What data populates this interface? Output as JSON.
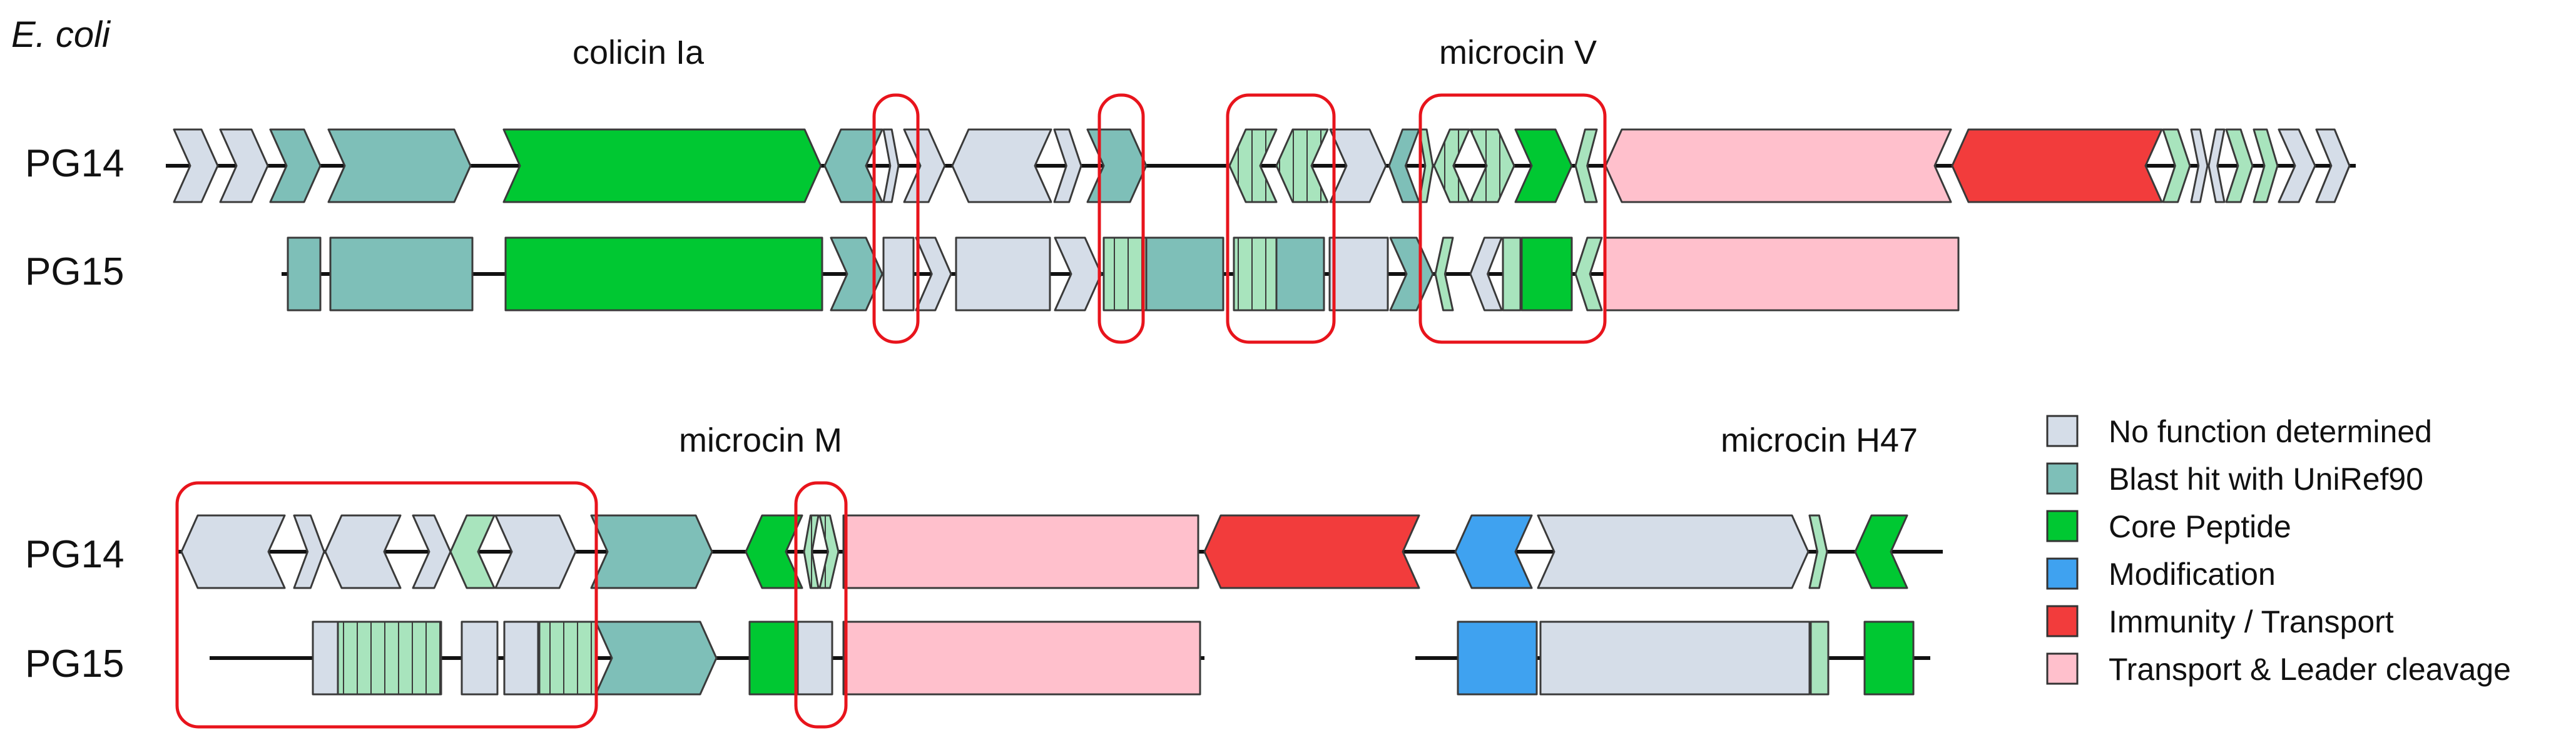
{
  "figure": {
    "organism": "E. coli",
    "top": {
      "rows": [
        "PG14",
        "PG15"
      ],
      "cluster_labels": [
        "colicin Ia",
        "microcin V"
      ]
    },
    "bottom": {
      "rows": [
        "PG14",
        "PG15"
      ],
      "cluster_labels": [
        "microcin M",
        "microcin H47"
      ]
    },
    "legend": [
      {
        "label": "No function determined",
        "color": "#d5dde8"
      },
      {
        "label": "Blast hit with UniRef90",
        "color": "#7ebfb8"
      },
      {
        "label": "Core Peptide",
        "color": "#00c832"
      },
      {
        "label": "Modification",
        "color": "#3fa2f0"
      },
      {
        "label": "Immunity / Transport",
        "color": "#f23c3c"
      },
      {
        "label": "Transport & Leader cleavage",
        "color": "#ffc0cc"
      }
    ],
    "colors": {
      "outline": "#3a3a3a",
      "backbone": "#111111",
      "highlight_box": "#e8141c",
      "small_hit": "#a8e4bd"
    }
  }
}
